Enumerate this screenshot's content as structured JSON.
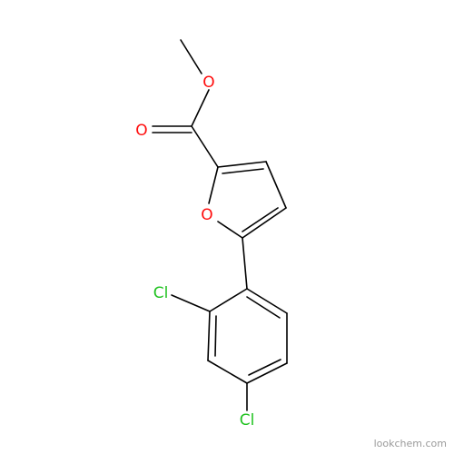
{
  "molecule": {
    "atoms": {
      "o_methoxy": "O",
      "o_carbonyl": "O",
      "o_ring": "O",
      "cl_ortho": "Cl",
      "cl_para": "Cl"
    }
  },
  "watermark": "lookchem.com",
  "colors": {
    "bond": "#000000",
    "oxygen": "#ff0d0d",
    "chlorine": "#1fc21f",
    "background": "#ffffff",
    "watermark": "#9a9a9a"
  }
}
